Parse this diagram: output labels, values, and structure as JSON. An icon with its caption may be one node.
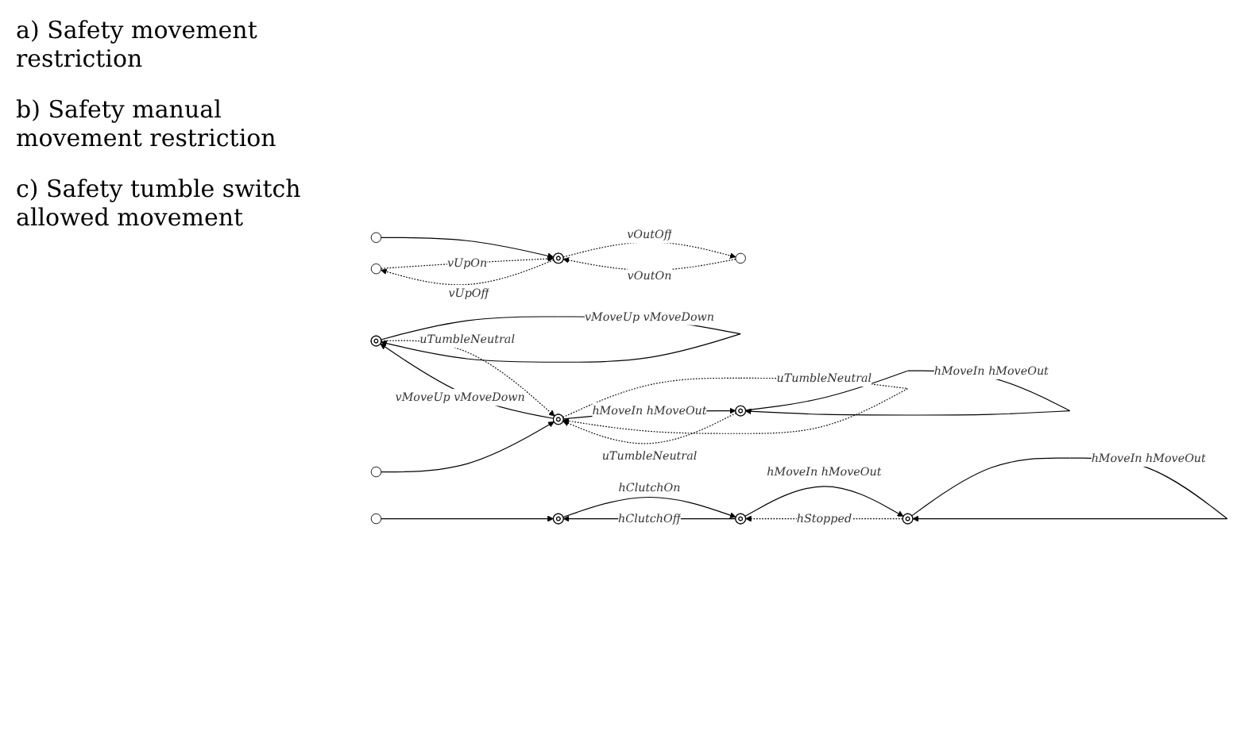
{
  "diagram": {
    "nodes": [
      {
        "text": [],
        "shape": "circle"
      },
      {
        "text": [],
        "shape": "doublecircle"
      },
      {
        "text": [],
        "shape": "circle"
      },
      {
        "text": [],
        "shape": "doublecircle"
      },
      {
        "text": [],
        "shape": "doublecircle"
      },
      {
        "text": [],
        "shape": "doublecircle"
      },
      {
        "text": [],
        "shape": "doublecircle"
      },
      {
        "text": [],
        "shape": "doublecircle"
      },
      {
        "text": [],
        "shape": "doublecircle"
      }
    ],
    "edges": [
      {
        "from": null,
        "to": 1,
        "arrow": "to"
      },
      {
        "from": 0,
        "to": 1,
        "arrow": "to",
        "label": "vUpOn",
        "style": "dashed"
      },
      {
        "from": 1,
        "to": 0,
        "arrow": "to",
        "label": "vUpOff",
        "style": "dashed"
      },
      {
        "from": 1,
        "to": 2,
        "arrow": "to",
        "label": "vOutOff",
        "style": "dashed"
      },
      {
        "from": 2,
        "to": 1,
        "arrow": "to",
        "label": "vOutOn",
        "style": "dashed"
      },
      {
        "from": null,
        "to": 3,
        "arrow": "to"
      },
      {
        "from": 3,
        "to": 4,
        "arrow": "to",
        "label": "hClutchOn"
      },
      {
        "from": 4,
        "to": 3,
        "arrow": "to",
        "label": "hClutchOff"
      },
      {
        "from": 4,
        "to": 5,
        "arrow": "to",
        "label": "hMoveIn hMoveOut"
      },
      {
        "from": 5,
        "to": 4,
        "arrow": "to",
        "label": "hStopped",
        "style": "dashed"
      },
      {
        "from": 5,
        "to": 5,
        "arrow": "to",
        "label": "hMoveIn hMoveOut"
      },
      {
        "from": 6,
        "to": 6,
        "arrow": "to",
        "label": "vMoveUp vMoveDown"
      },
      {
        "from": 6,
        "to": 7,
        "arrow": "to",
        "label": "uTumbleNeutral",
        "style": "dashed"
      },
      {
        "from": 7,
        "to": 7,
        "arrow": "to",
        "label": "uTumbleNeutral",
        "style": "dashed"
      },
      {
        "from": 8,
        "to": 7,
        "arrow": "to",
        "label": "uTumbleNeutral",
        "style": "dashed"
      },
      {
        "from": 8,
        "to": 8,
        "arrow": "to",
        "label": "hMoveIn hMoveOut"
      },
      {
        "from": 7,
        "to": 6,
        "arrow": "to",
        "label": "vMoveUp vMoveDown"
      },
      {
        "from": null,
        "to": 7,
        "arrow": "to"
      },
      {
        "from": 7,
        "to": 8,
        "arrow": "to",
        "label": "hMoveIn hMoveOut"
      }
    ],
    "labels": [
      "a) Safety movement restriction",
      "b) Safety manual movement restriction",
      "c) Safety tumble switch allowed movement"
    ]
  }
}
